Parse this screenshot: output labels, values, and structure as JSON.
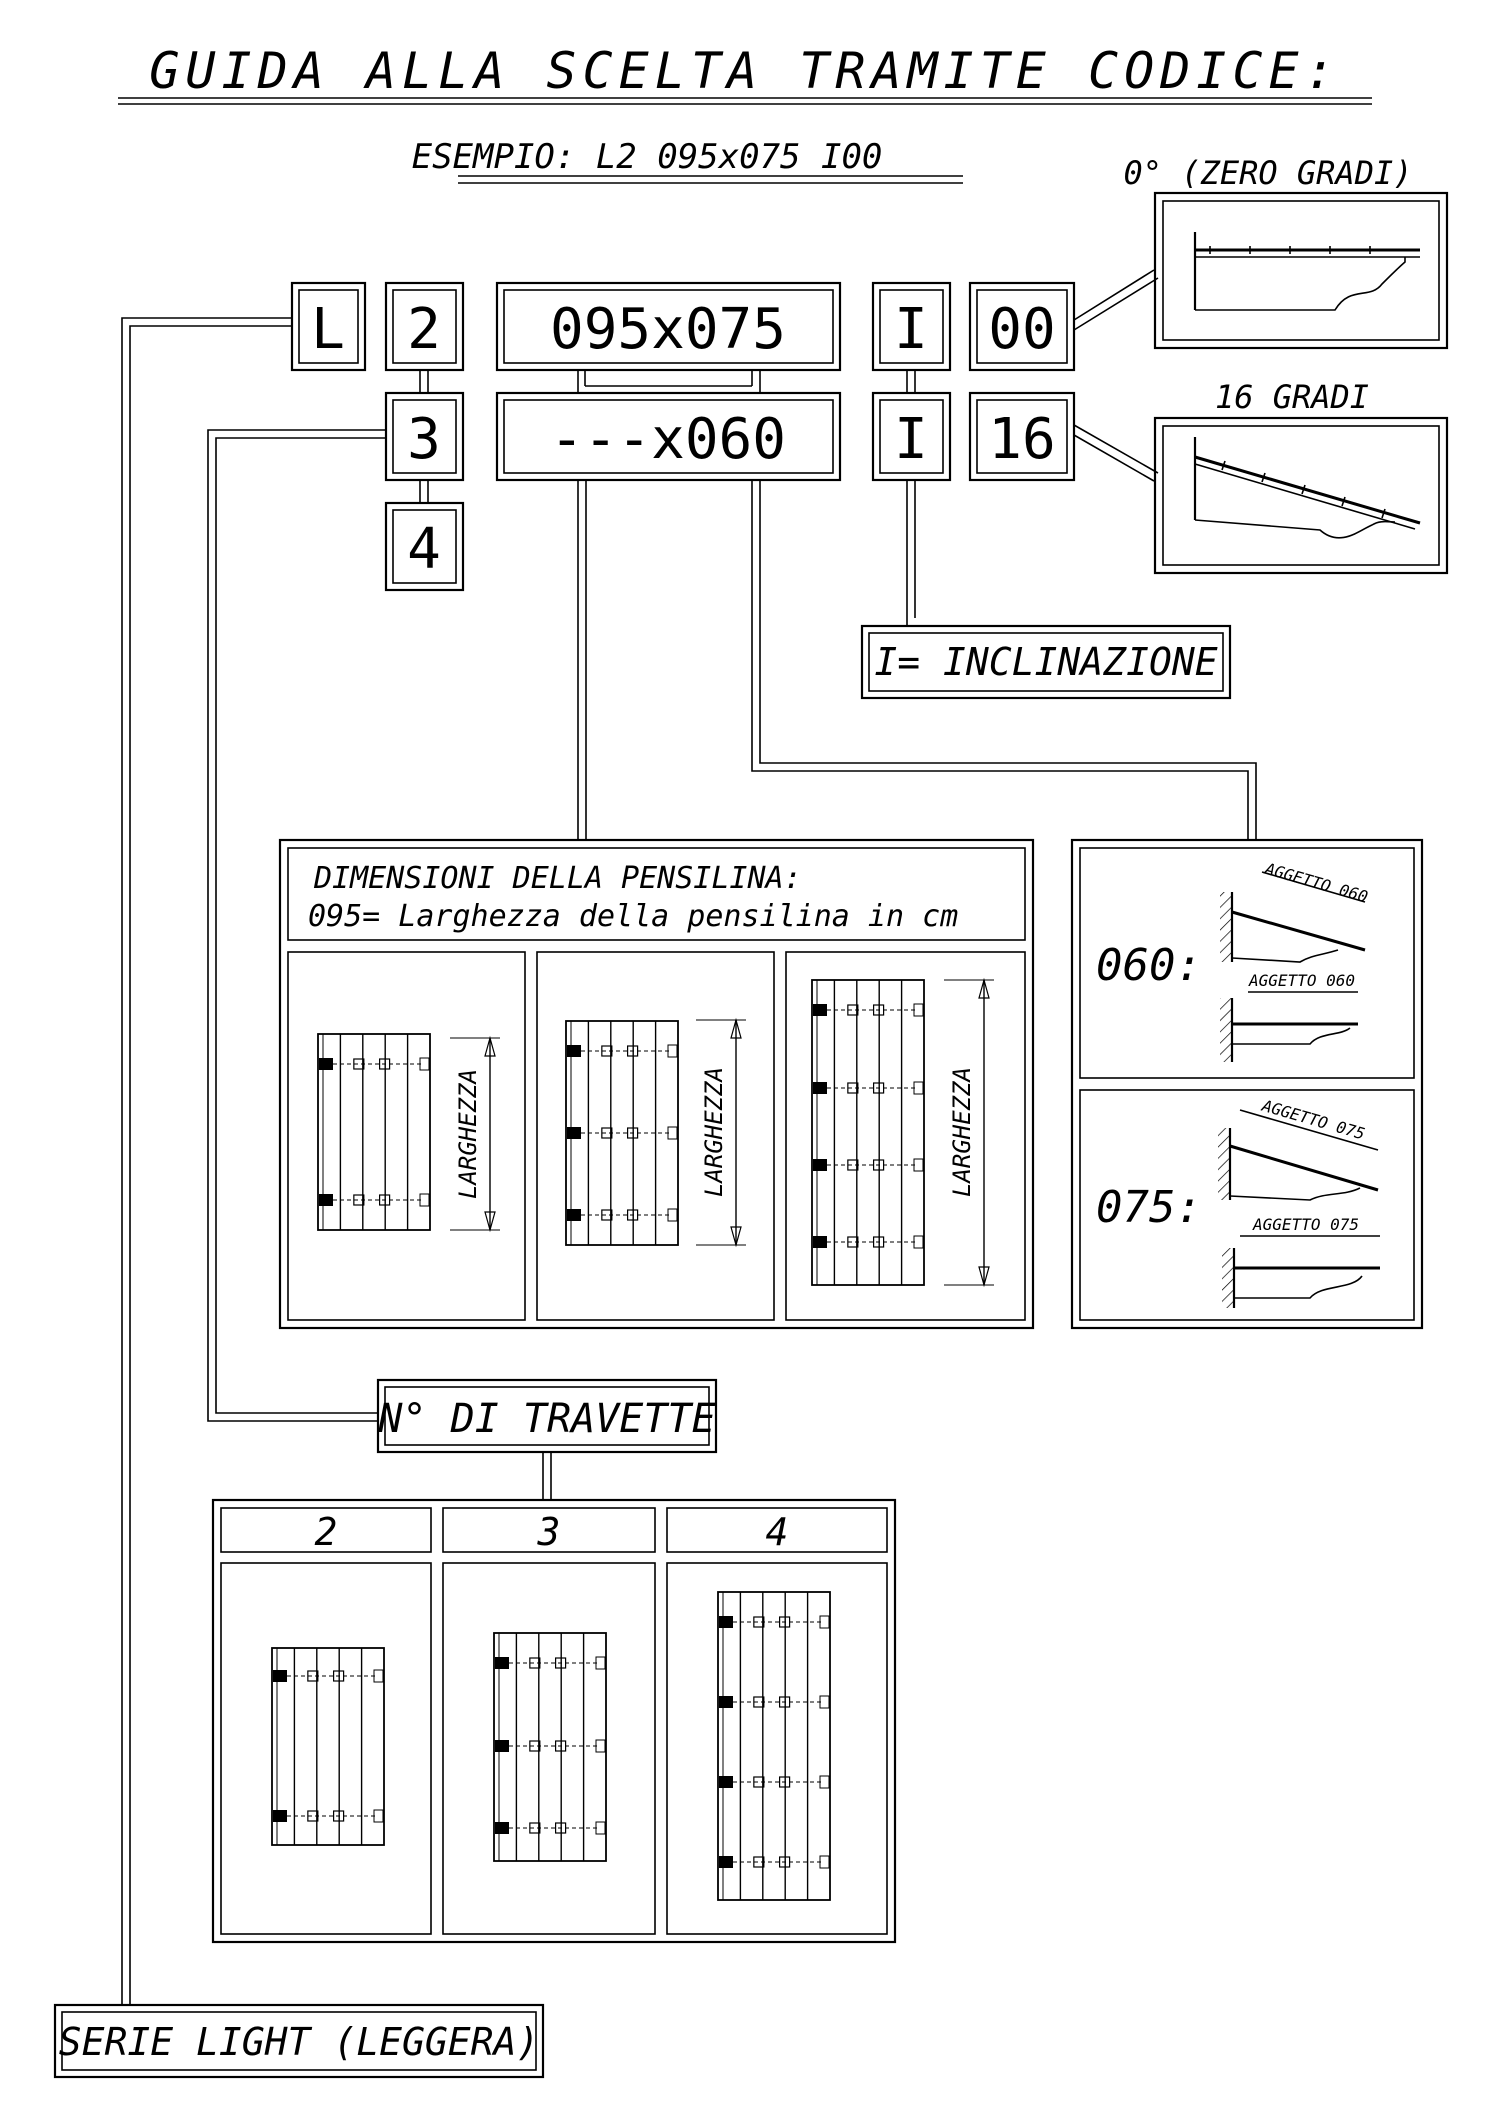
{
  "title": "GUIDA ALLA SCELTA TRAMITE CODICE:",
  "example": "ESEMPIO: L2 095x075 I00",
  "code_boxes": {
    "series": "L",
    "beams_a": "2",
    "beams_b": "3",
    "beams_c": "4",
    "dims_a": "095x075",
    "dims_b": "---x060",
    "incl_a": "I",
    "incl_b": "I",
    "deg_a": "00",
    "deg_b": "16"
  },
  "tilt": {
    "zero_label": "0° (ZERO GRADI)",
    "sixteen_label": "16 GRADI"
  },
  "inclination_label": "I= INCLINAZIONE",
  "dimensions": {
    "heading": "DIMENSIONI DELLA PENSILINA:",
    "description": "095= Larghezza della pensilina in cm",
    "width_label": "LARGHEZZA"
  },
  "projection": {
    "label_060": "060:",
    "label_075": "075:",
    "aggetto_060": "AGGETTO 060",
    "aggetto_075": "AGGETTO 075"
  },
  "beams": {
    "label": "N° DI TRAVETTE",
    "options": [
      "2",
      "3",
      "4"
    ]
  },
  "series_label": "SERIE LIGHT (LEGGERA)"
}
